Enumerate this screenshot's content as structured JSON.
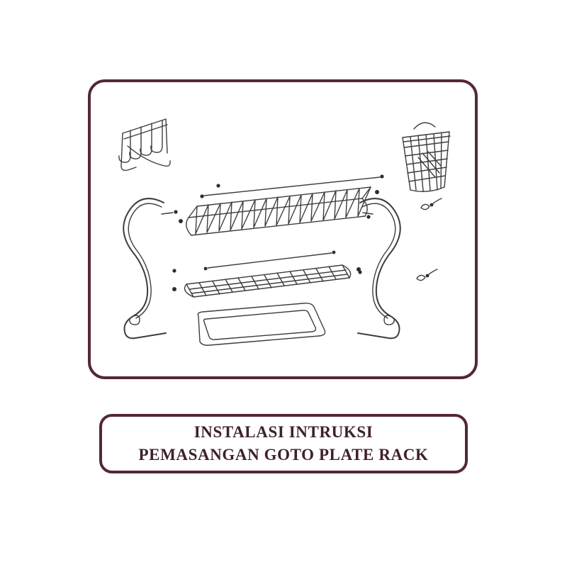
{
  "caption": {
    "line1": "INSTALASI INTRUKSI",
    "line2": "PEMASANGAN GOTO PLATE RACK"
  },
  "colors": {
    "panel_border": "#552832",
    "caption_text": "#3e2129",
    "line_art": "#3d3d3d",
    "background": "#ffffff"
  },
  "diagram": {
    "type": "exploded-assembly-illustration",
    "parts": [
      "cup-hook-rack",
      "utensil-basket",
      "upper-plate-tier",
      "left-side-frame",
      "right-side-frame",
      "lower-shelf-tier",
      "drip-tray",
      "wing-screw-top",
      "wing-screw-bottom",
      "mounting-screws"
    ]
  }
}
